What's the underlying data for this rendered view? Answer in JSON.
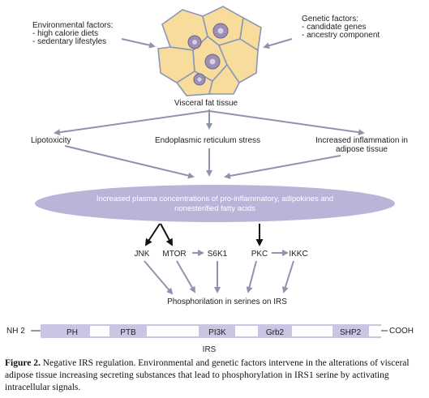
{
  "env_factors": {
    "title": "Environmental factors:",
    "items": [
      "- high calorie diets",
      "- sedentary lifestyles"
    ]
  },
  "gen_factors": {
    "title": "Genetic factors:",
    "items": [
      "- candidate genes",
      "- ancestry component"
    ]
  },
  "tissue_label": "Visceral fat tissue",
  "outcomes": {
    "lipotoxicity": "Lipotoxicity",
    "er_stress": "Endoplasmic reticulum stress",
    "inflammation": [
      "Increased inflammation in",
      "adipose tissue"
    ]
  },
  "plasma_text": [
    "Increased plasma concentrations of pro-inflammatory, adipokines and",
    "nonesterified fatty acids"
  ],
  "kinases": {
    "jnk": "JNK",
    "mtor": "MTOR",
    "s6k1": "S6K1",
    "pkc": "PKC",
    "ikkc": "IKKC"
  },
  "phospho_label": "Phosphorilation in serines on IRS",
  "irs": {
    "nh2": "NH 2",
    "cooh": "COOH",
    "name": "IRS",
    "domains": [
      "PH",
      "PTB",
      "PI3K",
      "Grb2",
      "SHP2"
    ]
  },
  "caption": {
    "label": "Figure 2.",
    "text": " Negative IRS regulation. Environmental and genetic factors intervene in the alterations of visceral adipose tissue increasing secreting substances that lead to phosphorylation in IRS1 serine by activating intracellular signals."
  },
  "colors": {
    "cell_fill": "#f7dc9c",
    "cell_stroke": "#8a96b8",
    "nucleus": "#9e8fb4",
    "arrow": "#8e94ae",
    "ellipse": "#b9b5d8",
    "bar": "#c9c5e3"
  }
}
